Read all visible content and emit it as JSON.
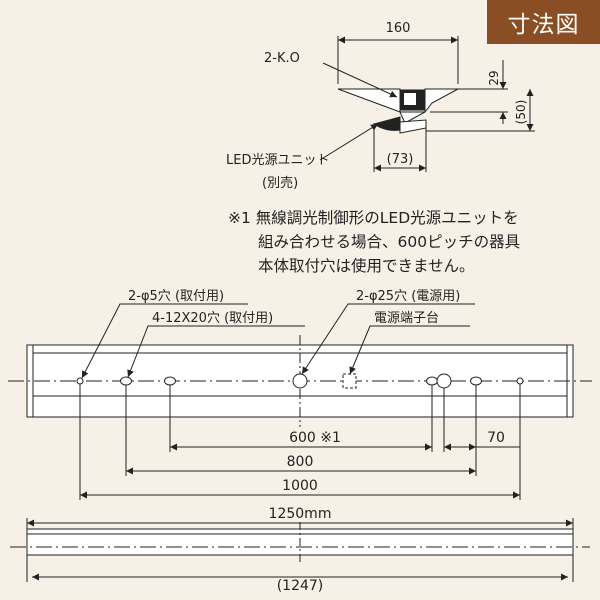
{
  "badge": {
    "title": "寸法図"
  },
  "section": {
    "width_dim": "160",
    "ko_label": "2-K.O",
    "dim_29": "29",
    "dim_50": "(50)",
    "dim_73": "(73)",
    "led_label": "LED光源ユニット",
    "led_sub": "(別売)"
  },
  "note": {
    "lines": [
      "※1 無線調光制御形のLED光源ユニットを",
      "組み合わせる場合、600ピッチの器具",
      "本体取付穴は使用できません。"
    ]
  },
  "plan": {
    "label_mount_holes": "2-φ5穴 (取付用)",
    "label_slots": "4-12X20穴 (取付用)",
    "label_power_holes": "2-φ25穴 (電源用)",
    "label_terminal": "電源端子台",
    "dim_600": "600 ※1",
    "dim_70": "70",
    "dim_800": "800",
    "dim_1000": "1000"
  },
  "side": {
    "dim_1250": "1250mm",
    "dim_1247": "(1247)"
  },
  "colors": {
    "badge": "#8a4e24",
    "background": "#f7f0e6",
    "line": "#222222"
  }
}
